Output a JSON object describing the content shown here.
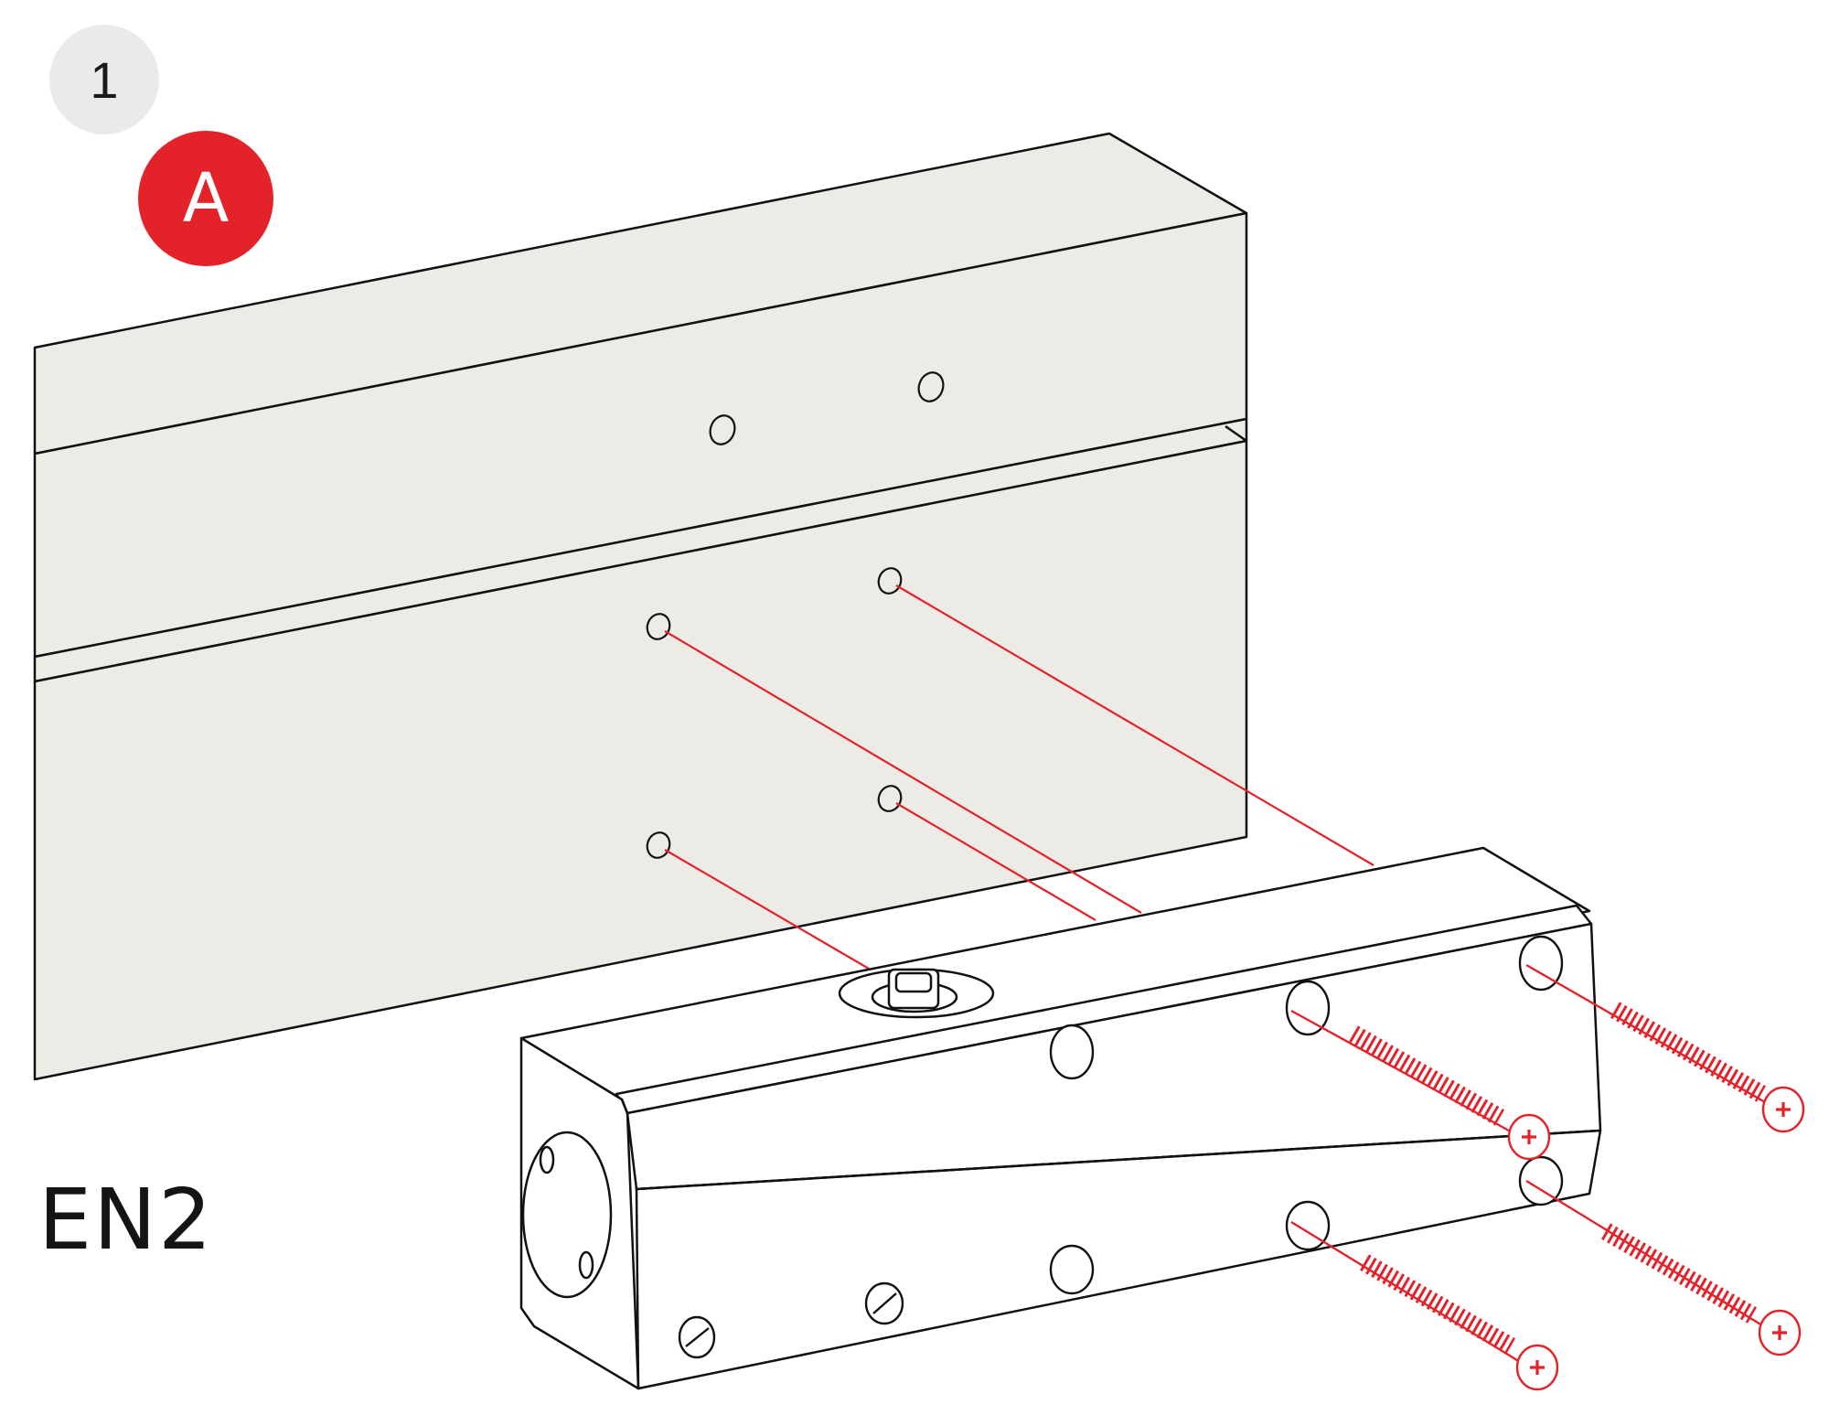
{
  "step": {
    "number": "1"
  },
  "variant": {
    "letter": "A",
    "color": "#e42229"
  },
  "model": {
    "label": "EN2"
  },
  "colors": {
    "frame_fill": "#edebe6",
    "outline": "#111111",
    "accent": "#e42229",
    "closer_fill": "#ffffff"
  },
  "parts": {
    "frame": "door-frame",
    "closer": "door-closer-body",
    "screws": "wood-screws",
    "screw_count": 4,
    "mounting_holes": 6
  }
}
